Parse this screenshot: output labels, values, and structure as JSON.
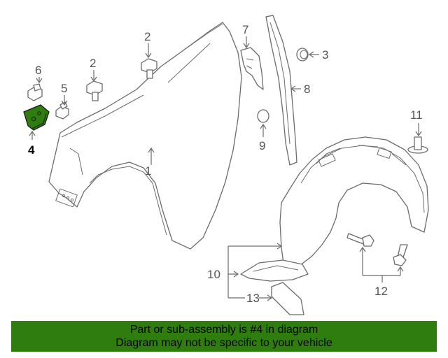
{
  "colors": {
    "highlight": "#2e7d0e",
    "line": "#6b6b6b",
    "label": "#555555"
  },
  "highlighted_part": "4",
  "callouts": {
    "c1": "1",
    "c2a": "2",
    "c2b": "2",
    "c3": "3",
    "c4": "4",
    "c5": "5",
    "c6": "6",
    "c7": "7",
    "c8": "8",
    "c9": "9",
    "c10": "10",
    "c11": "11",
    "c12": "12",
    "c13": "13"
  },
  "banner": {
    "line1": "Part or sub-assembly is #4 in diagram",
    "line2": "Diagram may not be specific to your vehicle"
  }
}
